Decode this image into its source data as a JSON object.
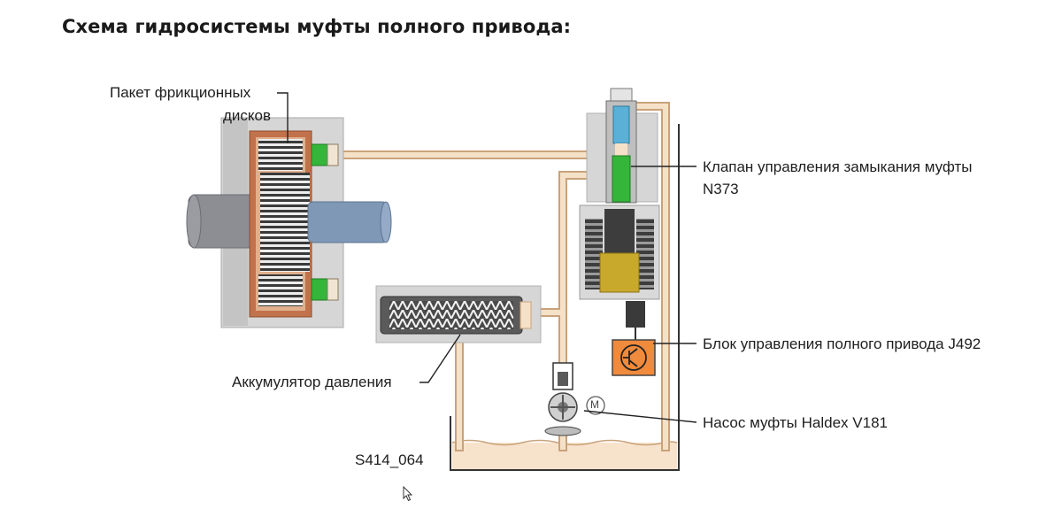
{
  "title": "Схема гидросистемы муфты полного привода:",
  "labels": {
    "friction_discs_line1": "Пакет фрикционных",
    "friction_discs_line2": "дисков",
    "valve_line1": "Клапан управления замыкания муфты",
    "valve_line2": "N373",
    "control_unit": "Блок управления полного привода J492",
    "accumulator": "Аккумулятор давления",
    "pump": "Насос муфты Haldex V181"
  },
  "figure_code": "S414_064",
  "pump_motor_symbol": "M",
  "colors": {
    "pipe_fill": "#f5e1c8",
    "pipe_stroke": "#c9a27a",
    "housing_gray": "#d2d2d2",
    "shaft_gray": "#8c8e93",
    "shaft_blue": "#7f98b6",
    "disc_copper": "#c2724a",
    "seal_green": "#35b53a",
    "valve_yellow": "#c9a92c",
    "control_orange": "#f08a3c",
    "oil_fill": "#f7e3cc"
  },
  "icons": {
    "cursor": "mouse-pointer-icon",
    "transistor": "transistor-icon",
    "motor": "motor-icon"
  }
}
